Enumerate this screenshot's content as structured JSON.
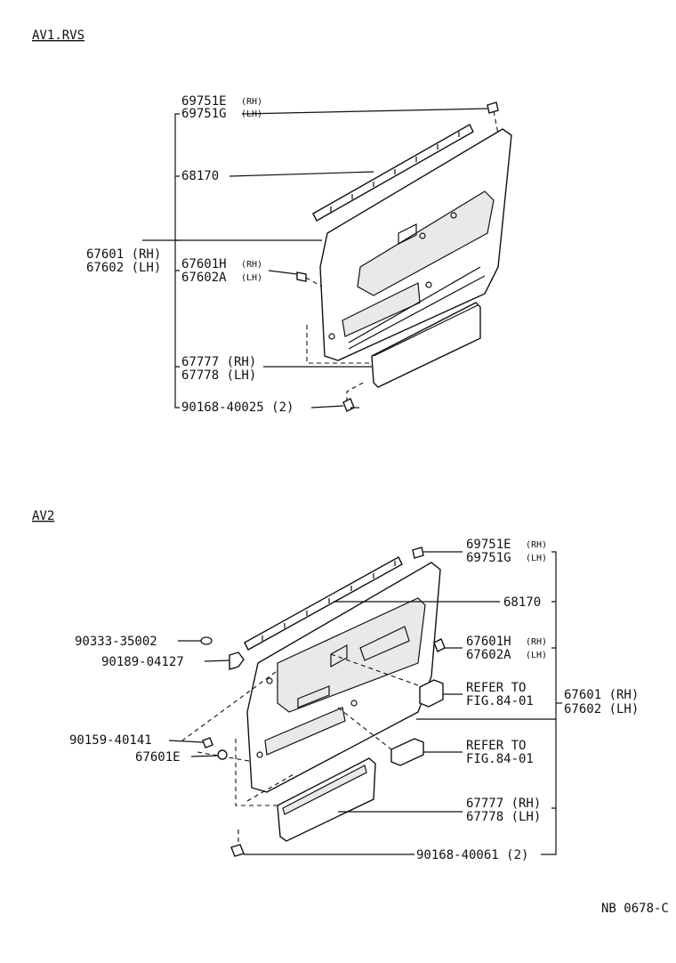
{
  "sections": {
    "av1": {
      "title": "AV1.RVS"
    },
    "av2": {
      "title": "AV2"
    }
  },
  "av1_labels": {
    "clip_rh": "69751E",
    "clip_rh_side": "(RH)",
    "clip_lh": "69751G",
    "clip_lh_side": "(LH)",
    "weatherstrip": "68170",
    "board_rh": "67601 (RH)",
    "board_lh": "67602 (LH)",
    "sub_rh": "67601H",
    "sub_rh_side": "(RH)",
    "sub_lh": "67602A",
    "sub_lh_side": "(LH)",
    "pocket_rh": "67777 (RH)",
    "pocket_lh": "67778 (LH)",
    "screw": "90168-40025 (2)"
  },
  "av2_labels": {
    "clip_rh": "69751E",
    "clip_rh_side": "(RH)",
    "clip_lh": "69751G",
    "clip_lh_side": "(LH)",
    "weatherstrip": "68170",
    "ring": "90333-35002",
    "nut": "90189-04127",
    "sub_rh": "67601H",
    "sub_rh_side": "(RH)",
    "sub_lh": "67602A",
    "sub_lh_side": "(LH)",
    "refer1_a": "REFER TO",
    "refer1_b": "FIG.84-01",
    "board_rh": "67601 (RH)",
    "board_lh": "67602 (LH)",
    "screw_small": "90159-40141",
    "cap": "67601E",
    "refer2_a": "REFER TO",
    "refer2_b": "FIG.84-01",
    "pocket_rh": "67777 (RH)",
    "pocket_lh": "67778 (LH)",
    "screw": "90168-40061 (2)"
  },
  "footer": {
    "code": "NB 0678-C"
  }
}
